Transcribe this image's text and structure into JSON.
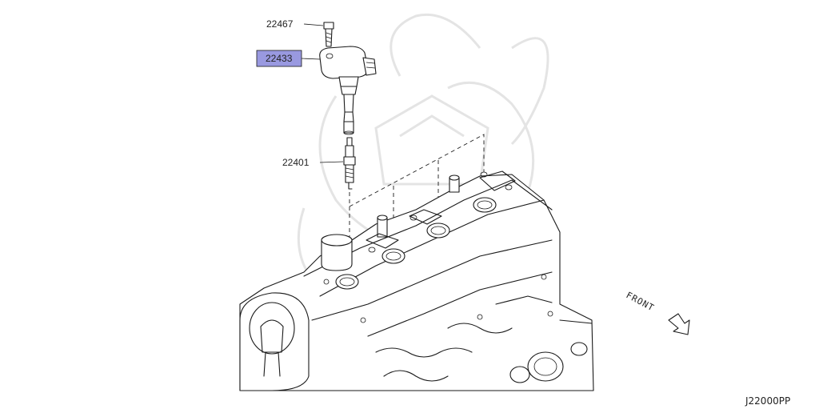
{
  "callouts": [
    {
      "part_number": "22467"
    },
    {
      "part_number": "22433",
      "highlighted": true
    },
    {
      "part_number": "22401"
    }
  ],
  "front_label": "FRONT",
  "drawing_code": "J22000PP",
  "colors": {
    "highlight_fill": "#9999e0",
    "line": "#1a1a1a",
    "watermark": "#e4e4e4"
  }
}
